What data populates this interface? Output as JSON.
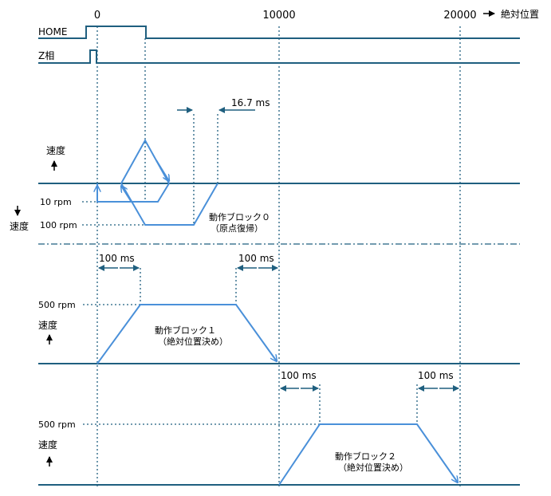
{
  "axis": {
    "position_ticks": [
      "0",
      "10000",
      "20000"
    ],
    "position_label": "絶対位置"
  },
  "signals": {
    "home": "HOME",
    "z_phase": "Z相"
  },
  "homing": {
    "speed_label": "速度",
    "rpm_10": "10 rpm",
    "rpm_100": "100 rpm",
    "time_label": "16.7 ms",
    "block_name": "動作ブロック０",
    "block_note": "（原点復帰）"
  },
  "block1": {
    "time_accel": "100 ms",
    "time_decel": "100 ms",
    "rpm": "500 rpm",
    "speed_label": "速度",
    "block_name": "動作ブロック１",
    "block_note": "（絶対位置決め）"
  },
  "block2": {
    "time_accel": "100 ms",
    "time_decel": "100 ms",
    "rpm": "500 rpm",
    "speed_label": "速度",
    "block_name": "動作ブロック２",
    "block_note": "（絶対位置決め）"
  },
  "colors": {
    "axis_line": "#1f5f7f",
    "profile": "#4a90d9",
    "guide_dotted": "#1f5f7f"
  }
}
